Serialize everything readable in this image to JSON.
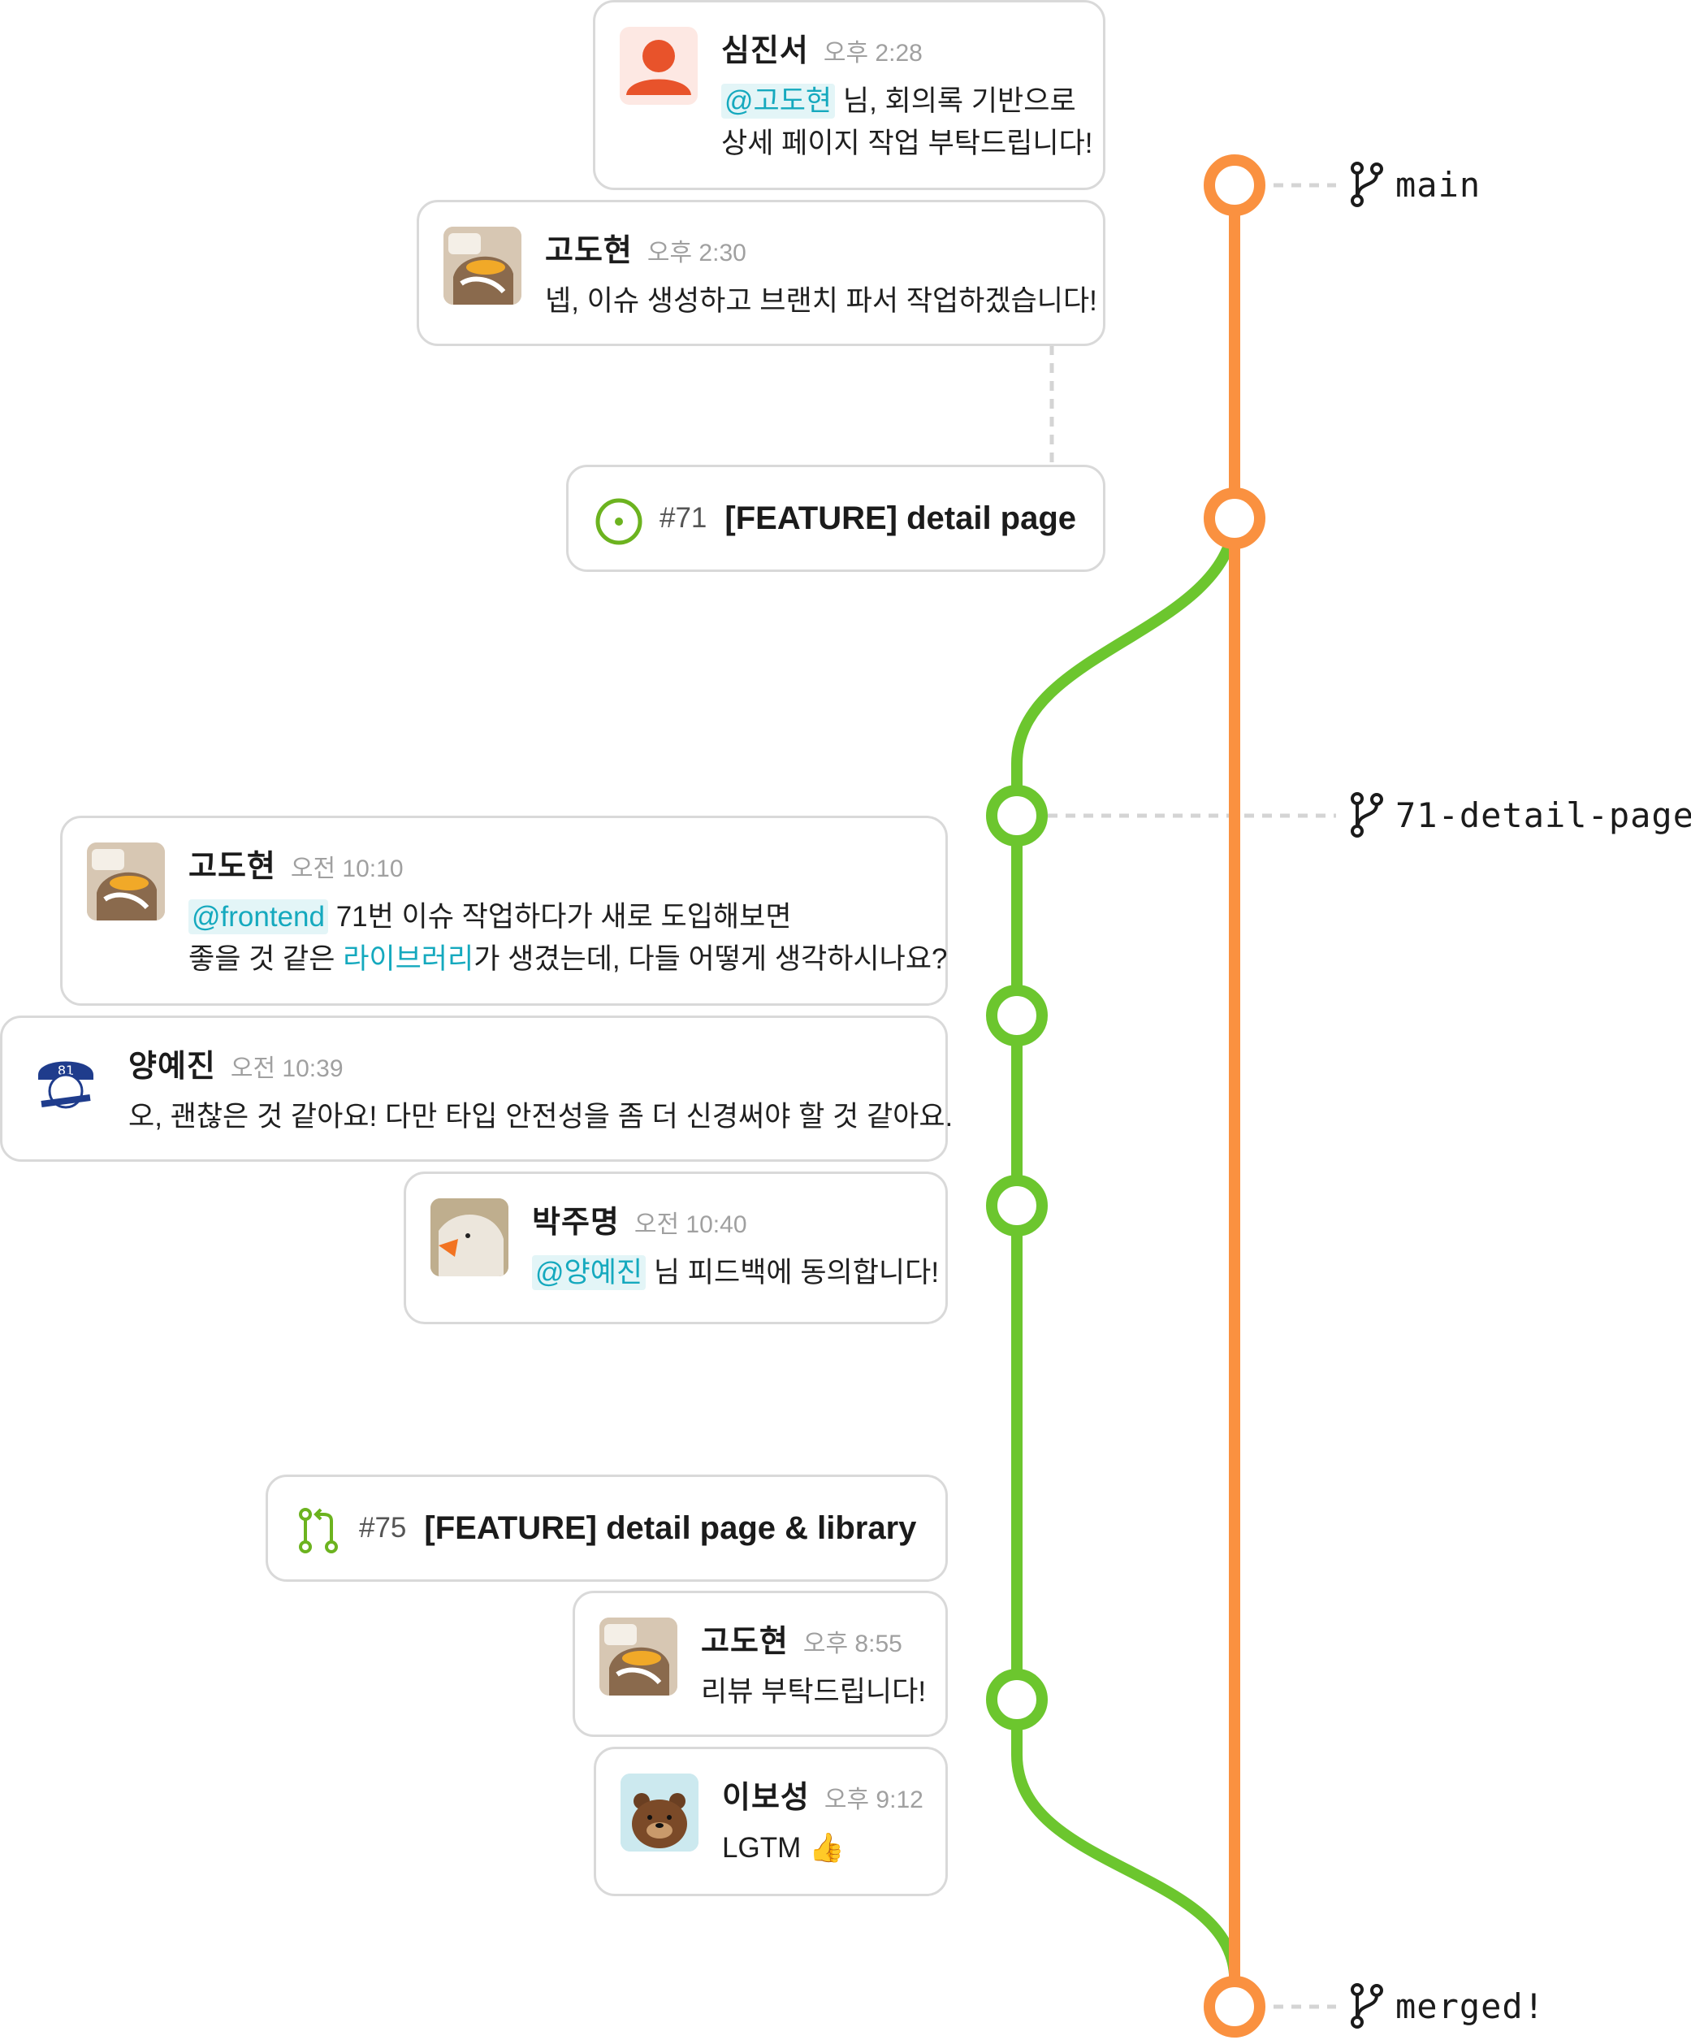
{
  "colors": {
    "main_line": "#fa9140",
    "branch_line": "#6cc62e",
    "mention_bg": "#e3f5f7",
    "mention_fg": "#15a9be",
    "card_border": "#d9d9d9"
  },
  "branches": {
    "main": "main",
    "feature": "71-detail-page",
    "merged": "merged!"
  },
  "messages": [
    {
      "id": "m1",
      "avatar": "person-avatar",
      "name": "심진서",
      "time": "오후 2:28",
      "mention": "@고도현",
      "line1_rest": " 님, 회의록 기반으로",
      "line2": "상세 페이지 작업 부탁드립니다!"
    },
    {
      "id": "m2",
      "avatar": "cat-avatar",
      "name": "고도현",
      "time": "오후 2:30",
      "line1": "넵, 이슈 생성하고 브랜치 파서 작업하겠습니다!"
    },
    {
      "id": "m3",
      "avatar": "cat-avatar",
      "name": "고도현",
      "time": "오전 10:10",
      "mention": "@frontend",
      "line1_rest": " 71번 이슈 작업하다가 새로 도입해보면",
      "line2_pre": "좋을 것 같은 ",
      "line2_link": "라이브러리",
      "line2_post": "가 생겼는데, 다들 어떻게 생각하시나요?"
    },
    {
      "id": "m4",
      "avatar": "lions-avatar",
      "name": "양예진",
      "time": "오전 10:39",
      "line1": "오, 괜찮은 것 같아요! 다만 타입 안전성을 좀 더 신경써야 할 것 같아요."
    },
    {
      "id": "m5",
      "avatar": "duck-avatar",
      "name": "박주명",
      "time": "오전 10:40",
      "mention": "@양예진",
      "line1_rest": " 님 피드백에 동의합니다!"
    },
    {
      "id": "m6",
      "avatar": "cat-avatar",
      "name": "고도현",
      "time": "오후 8:55",
      "line1": "리뷰 부탁드립니다!"
    },
    {
      "id": "m7",
      "avatar": "bear-avatar",
      "name": "이보성",
      "time": "오후 9:12",
      "line1": "LGTM 👍"
    }
  ],
  "issue": {
    "icon": "issue-open-icon",
    "number": "#71",
    "title": "[FEATURE] detail page"
  },
  "pull_request": {
    "icon": "pull-request-icon",
    "number": "#75",
    "title": "[FEATURE] detail page & library"
  }
}
